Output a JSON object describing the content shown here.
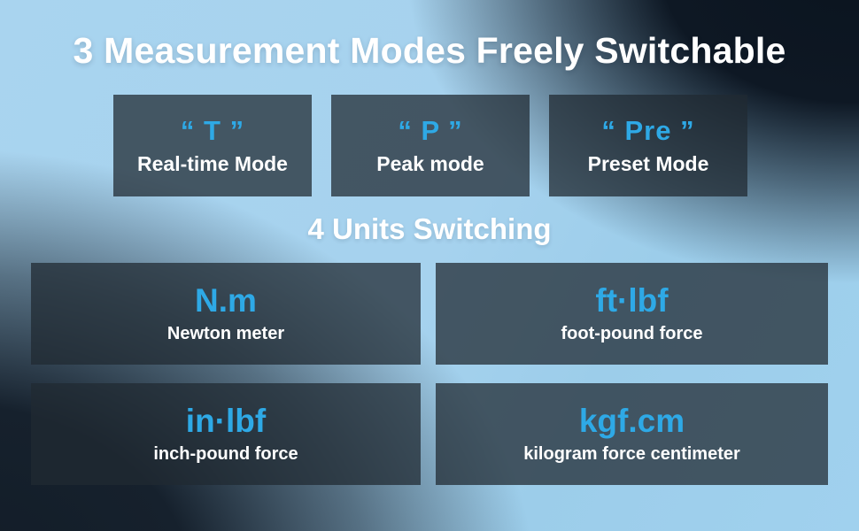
{
  "title": "3 Measurement Modes Freely Switchable",
  "modes": {
    "items": [
      {
        "value": "“ T ”",
        "label": "Real-time Mode"
      },
      {
        "value": "“ P ”",
        "label": "Peak mode"
      },
      {
        "value": "“ Pre ”",
        "label": "Preset Mode"
      }
    ]
  },
  "units": {
    "heading": "4 Units Switching",
    "items": [
      {
        "value": "N.m",
        "label": "Newton meter"
      },
      {
        "value": "ft·lbf",
        "label": "foot-pound force"
      },
      {
        "value": "in·lbf",
        "label": "inch-pound force"
      },
      {
        "value": "kgf.cm",
        "label": "kilogram force centimeter"
      }
    ]
  },
  "colors": {
    "accent_blue": "#2EA9E6",
    "panel_slate": "#202A32",
    "background_light": "#A6D2EE",
    "background_dark": "#0E1824",
    "text_white": "#FFFFFF"
  }
}
